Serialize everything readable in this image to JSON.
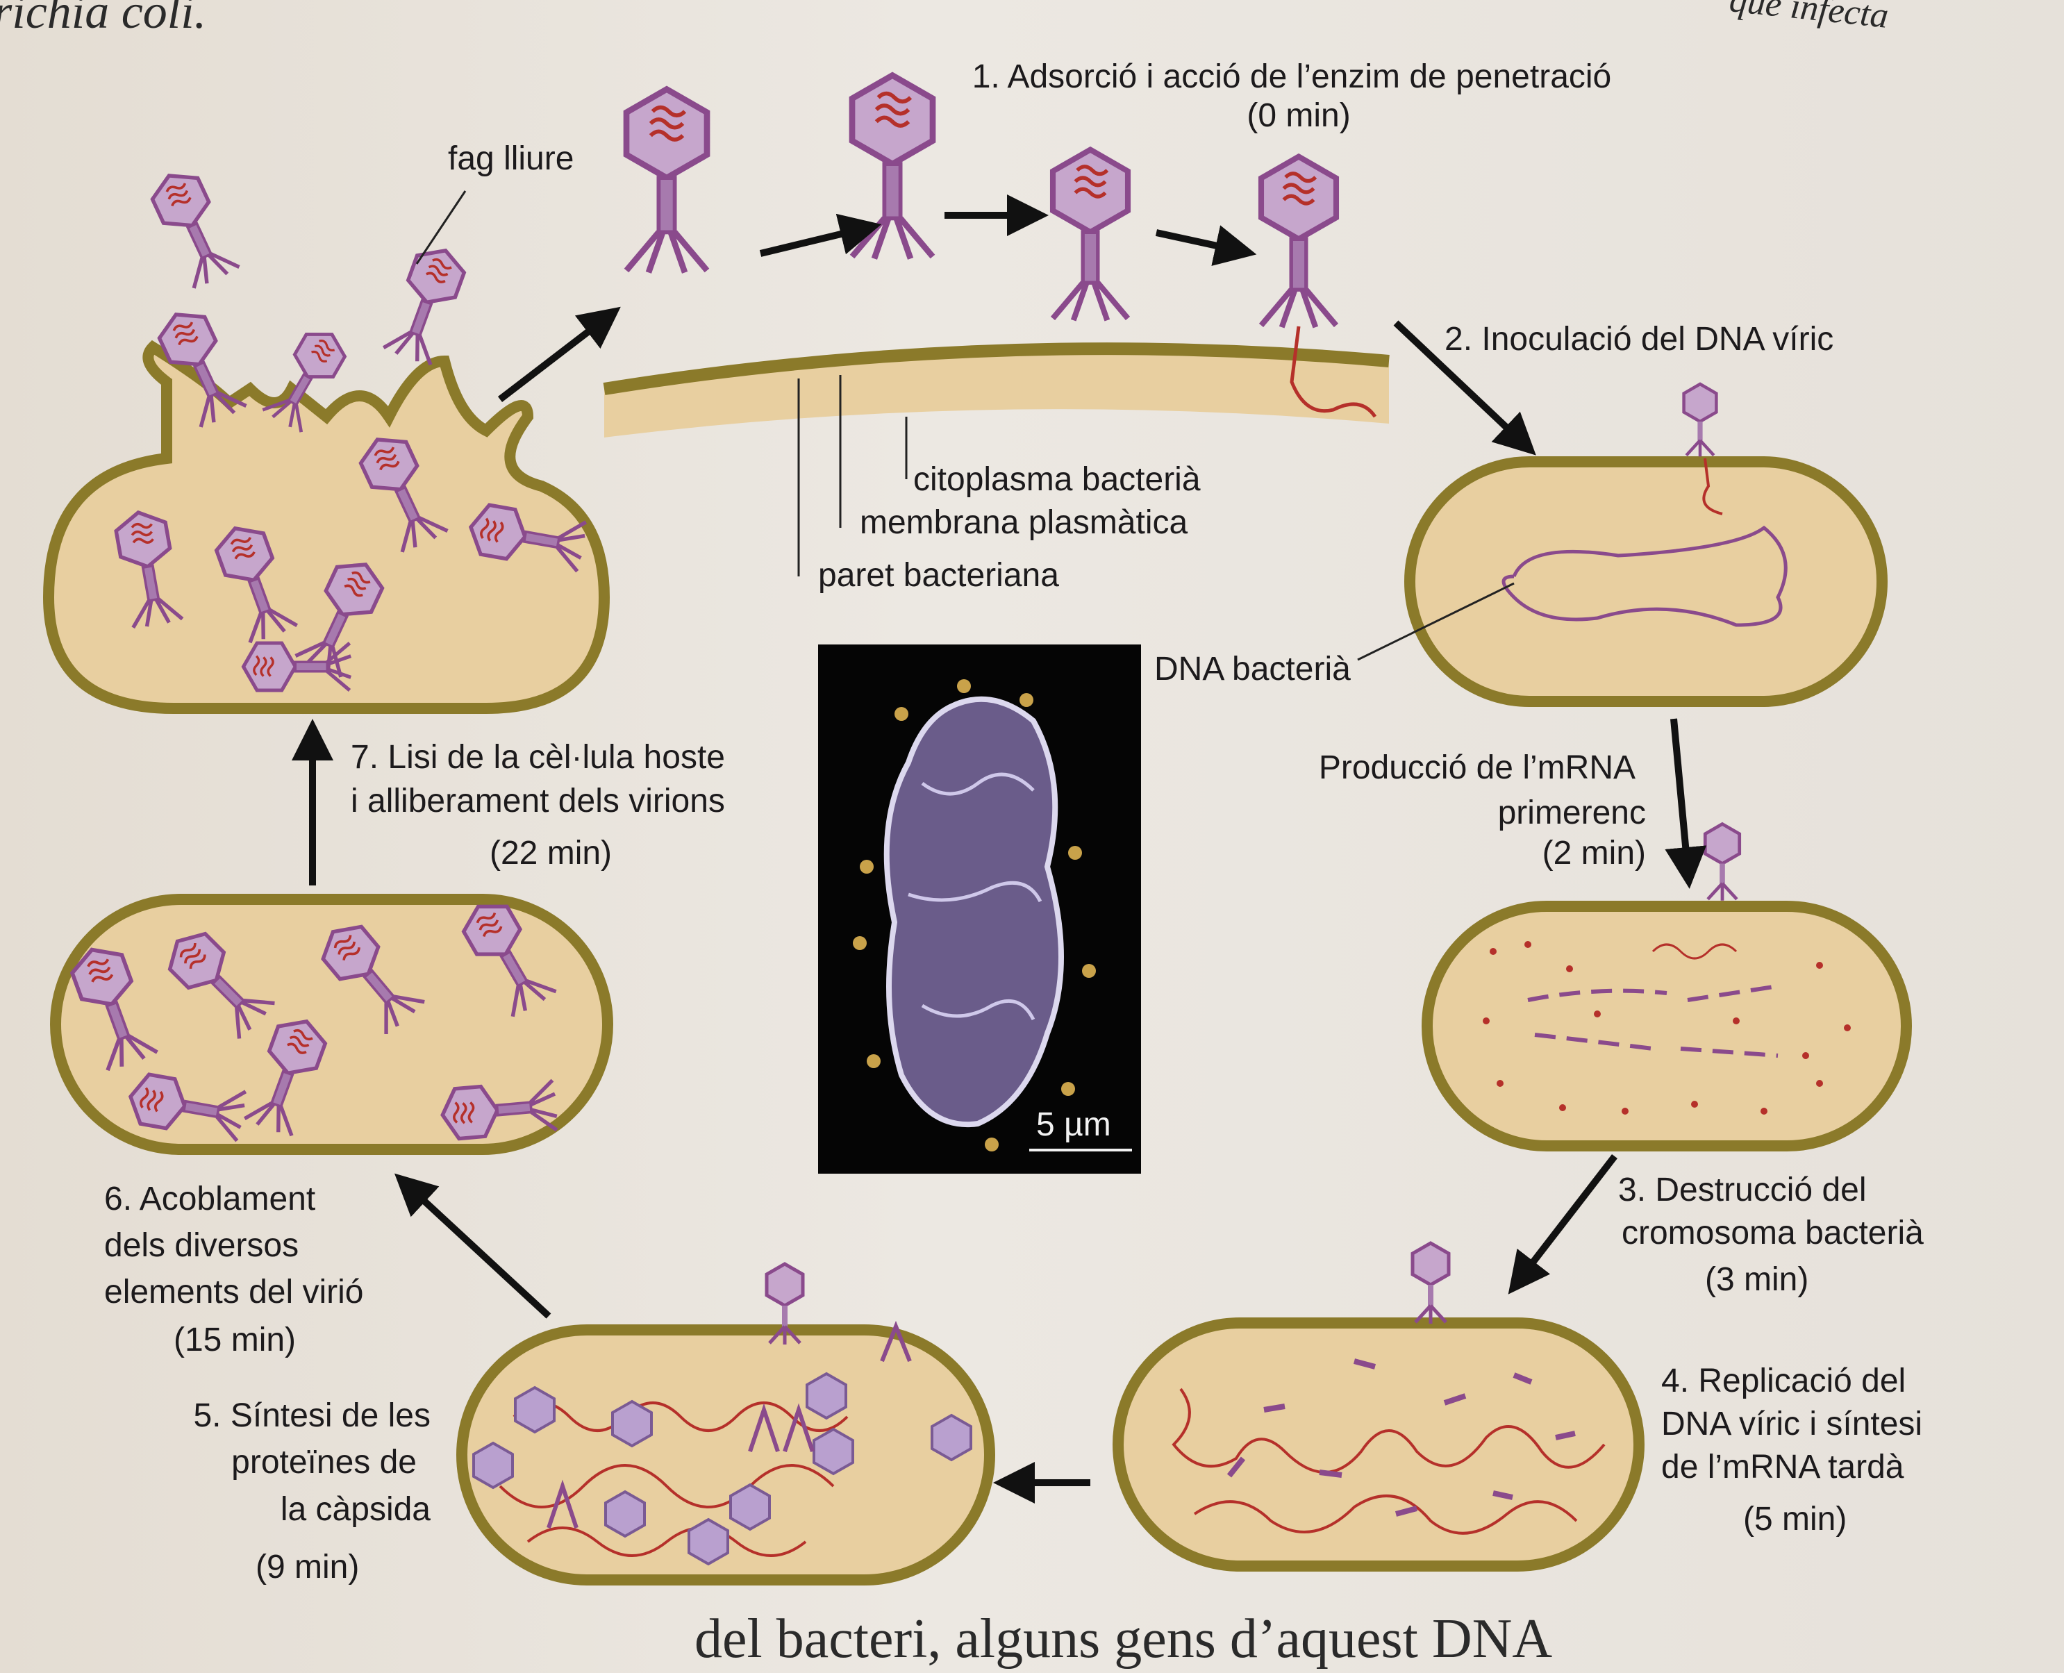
{
  "header_text": "richia coli.",
  "header_right_text": "que infecta",
  "footer_text": "del bacteri, alguns gens d’aquest DNA",
  "colors": {
    "cell_fill": "#e8cfa0",
    "cell_wall": "#8b7a2a",
    "phage_purple": "#8a4a8c",
    "capsid_fill": "#c6a6cc",
    "dna_red": "#b5302a",
    "micrograph_bg": "#050505"
  },
  "steps": {
    "s1": {
      "line1": "1. Adsorció i acció de l’enzim de penetració",
      "time": "(0 min)"
    },
    "s2": {
      "line1": "2. Inoculació del DNA víric"
    },
    "mrna": {
      "line1": "Producció de l’mRNA",
      "line2": "primerenc",
      "time": "(2 min)"
    },
    "s3": {
      "line1": "3. Destrucció del",
      "line2": "cromosoma bacterià",
      "time": "(3 min)"
    },
    "s4": {
      "line1": "4. Replicació del",
      "line2": "DNA víric i síntesi",
      "line3": "de l’mRNA tardà",
      "time": "(5 min)"
    },
    "s5": {
      "line1": "5. Síntesi de les",
      "line2": "proteïnes de",
      "line3": "la càpsida",
      "time": "(9 min)"
    },
    "s6": {
      "line1": "6. Acoblament",
      "line2": "dels diversos",
      "line3": "elements del virió",
      "time": "(15 min)"
    },
    "s7": {
      "line1": "7. Lisi de la cèl·lula hoste",
      "line2": "i alliberament dels virions",
      "time": "(22 min)"
    }
  },
  "labels": {
    "free_phage": "fag lliure",
    "cytoplasm": "citoplasma bacterià",
    "membrane": "membrana plasmàtica",
    "wall": "paret bacteriana",
    "bacterial_dna": "DNA bacterià"
  },
  "micrograph": {
    "scale_label": "5 µm"
  }
}
